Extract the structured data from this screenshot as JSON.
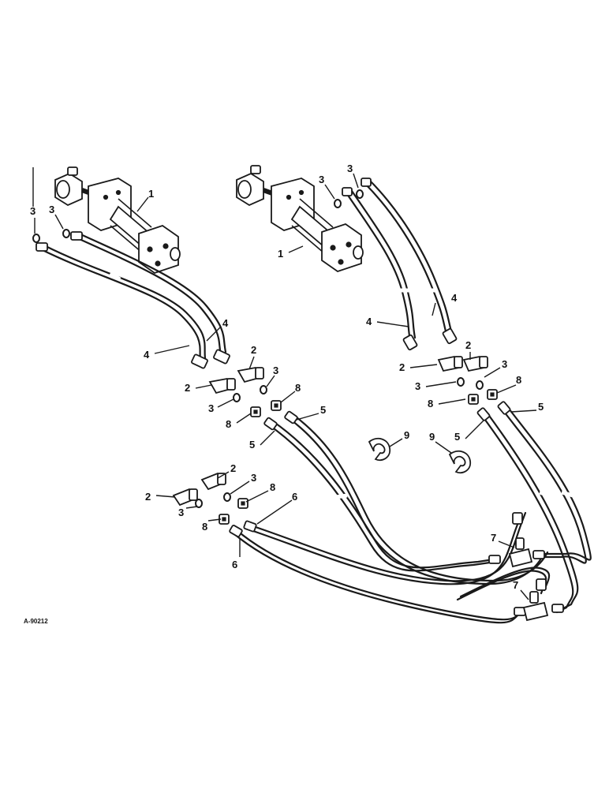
{
  "figure_id": "A-90212",
  "callouts": {
    "cyl_left": "1",
    "cyl_right": "1",
    "ring_l_outer": "3",
    "ring_l_inner": "3",
    "ring_r_a": "3",
    "ring_r_b": "3",
    "hose4_l_upper": "4",
    "hose4_l_lower": "4",
    "hose4_r_right": "4",
    "hose4_r_left": "4",
    "coupler_l_up": "2",
    "coupler_l_low": "2",
    "ring_l_mid_a": "3",
    "ring_l_mid_b": "3",
    "adapter_l_a": "8",
    "adapter_l_b": "8",
    "hose5_l_a": "5",
    "hose5_l_b": "5",
    "clip_l": "9",
    "coupler_r_a": "2",
    "coupler_r_b": "2",
    "ring_r_mid_a": "3",
    "ring_r_mid_b": "3",
    "adapter_r_a": "8",
    "adapter_r_b": "8",
    "hose5_r_a": "5",
    "hose5_r_b": "5",
    "clip_r": "9",
    "coupler_b_up": "2",
    "coupler_b_low": "2",
    "ring_b_a": "3",
    "ring_b_b": "3",
    "adapter_b_a": "8",
    "adapter_b_b": "8",
    "hose6_a": "6",
    "hose6_b": "6",
    "tee_a": "7",
    "tee_b": "7"
  }
}
